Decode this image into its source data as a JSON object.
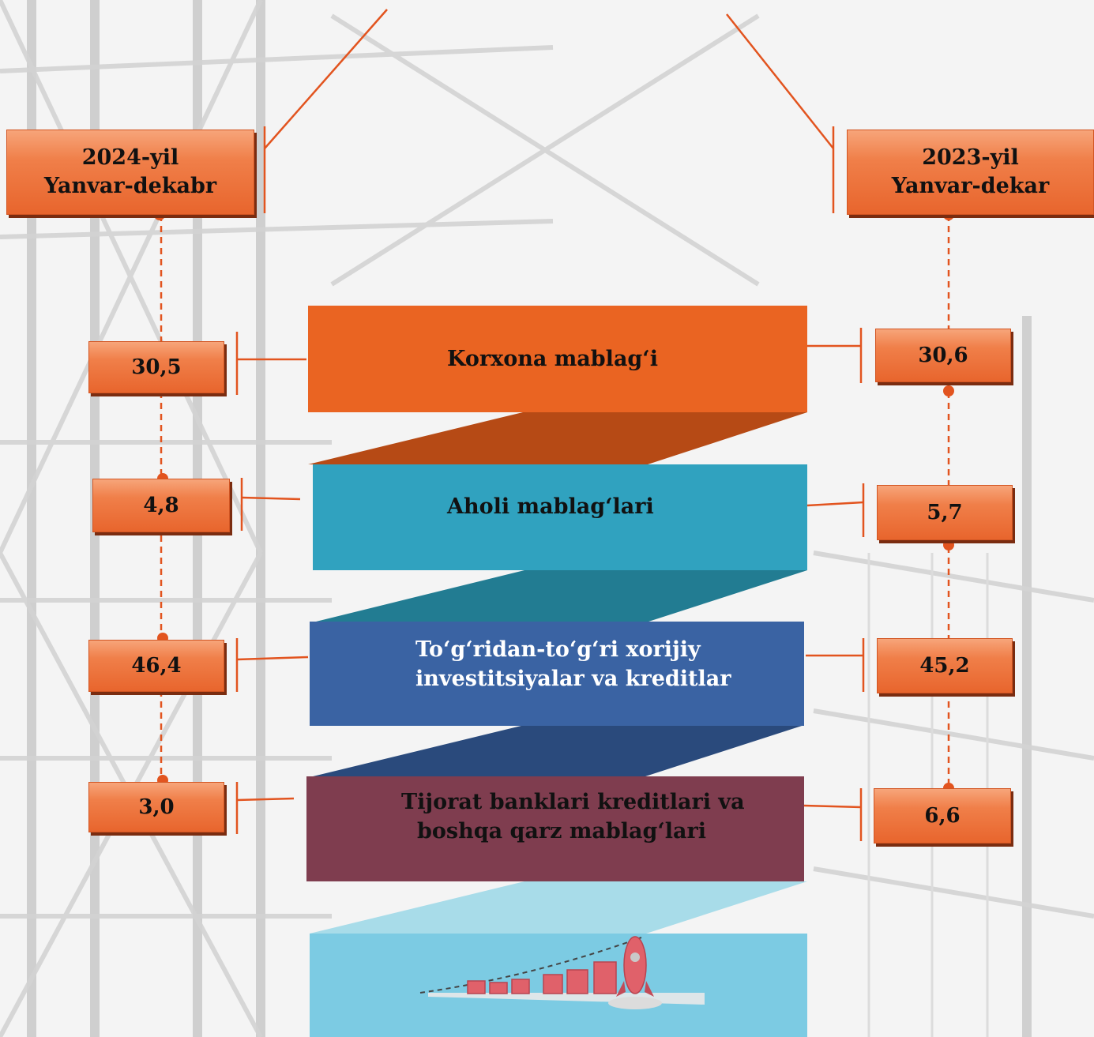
{
  "headers": {
    "left": {
      "line1": "2024-yil",
      "line2": "Yanvar-dekabr"
    },
    "right": {
      "line1": "2023-yil",
      "line2": "Yanvar-dekar"
    }
  },
  "categories": [
    {
      "label": [
        "Korxona mablag‘i"
      ],
      "color": "#ea6422",
      "fold_color": "#b64a15",
      "value_2024": "30,5",
      "value_2023": "30,6"
    },
    {
      "label": [
        "Aholi mablag‘lari"
      ],
      "color": "#30a2bf",
      "fold_color": "#227c92",
      "value_2024": "4,8",
      "value_2023": "5,7"
    },
    {
      "label": [
        "To‘g‘ridan-to‘g‘ri xorijiy",
        "investitsiyalar va kreditlar"
      ],
      "color": "#3a63a3",
      "fold_color": "#2a4a7c",
      "value_2024": "46,4",
      "value_2023": "45,2"
    },
    {
      "label": [
        "Tijorat banklari kreditlari va",
        "boshqa qarz mablag‘lari"
      ],
      "color": "#7f3d4f",
      "fold_color": "#a8dce9",
      "value_2024": "3,0",
      "value_2023": "6,6"
    }
  ],
  "bottom_band": {
    "color": "#7ccbe3",
    "icon": "rocket-growth-chart-icon"
  },
  "colors": {
    "accent": "#e8632a",
    "connector": "#e2541f"
  }
}
